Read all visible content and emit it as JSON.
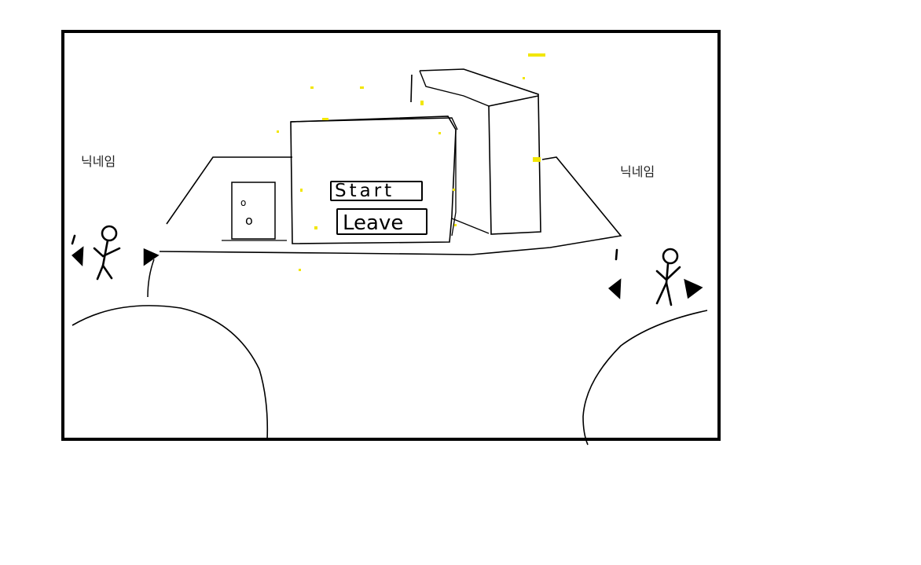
{
  "players": {
    "left": {
      "nickname": "닉네임"
    },
    "right": {
      "nickname": "닉네임"
    }
  },
  "menu": {
    "start_label": "Start",
    "leave_label": "Leave"
  },
  "colors": {
    "ink": "#000000",
    "sparkle": "#f2e600",
    "background": "#ffffff"
  }
}
